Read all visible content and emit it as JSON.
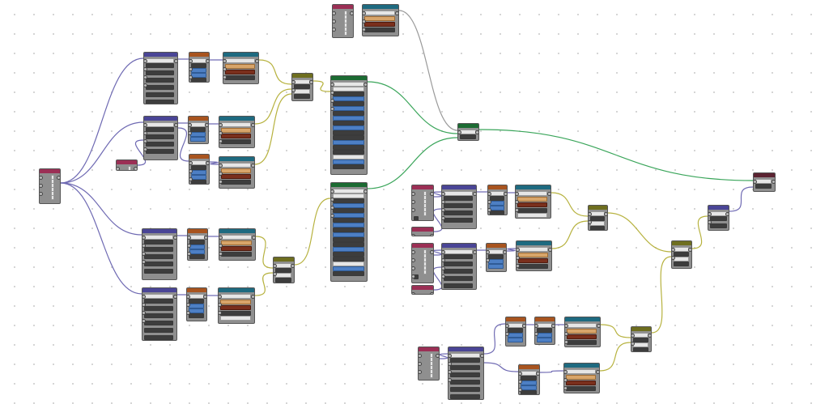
{
  "app": {
    "view": "node-editor"
  },
  "colors": {
    "header_purple": "#4a4596",
    "header_orange": "#a8541f",
    "header_teal": "#1e6a80",
    "header_olive": "#6e6e1f",
    "header_green": "#1c6b32",
    "header_magenta": "#9b2f55",
    "header_dark_red": "#5b2331",
    "wire_purple": "#6f6ab3",
    "wire_olive": "#b7b23f",
    "wire_green": "#3aa55a",
    "wire_gray": "#9a9a9a"
  },
  "nodes": [
    {
      "id": "n-root-input",
      "header": "header_magenta",
      "kind": "input"
    },
    {
      "id": "n-small-input-a",
      "header": "header_magenta",
      "kind": "input"
    },
    {
      "id": "n-p1",
      "header": "header_purple",
      "kind": "transform"
    },
    {
      "id": "n-p2",
      "header": "header_purple",
      "kind": "transform"
    },
    {
      "id": "n-p3",
      "header": "header_purple",
      "kind": "transform"
    },
    {
      "id": "n-p4",
      "header": "header_purple",
      "kind": "transform"
    },
    {
      "id": "n-o1",
      "header": "header_orange",
      "kind": "math"
    },
    {
      "id": "n-o2",
      "header": "header_orange",
      "kind": "math"
    },
    {
      "id": "n-o3",
      "header": "header_orange",
      "kind": "math"
    },
    {
      "id": "n-o4",
      "header": "header_orange",
      "kind": "math"
    },
    {
      "id": "n-o5",
      "header": "header_orange",
      "kind": "math"
    },
    {
      "id": "n-t1",
      "header": "header_teal",
      "kind": "ramp"
    },
    {
      "id": "n-t2",
      "header": "header_teal",
      "kind": "ramp"
    },
    {
      "id": "n-t3",
      "header": "header_teal",
      "kind": "ramp"
    },
    {
      "id": "n-t4",
      "header": "header_teal",
      "kind": "ramp"
    },
    {
      "id": "n-t5",
      "header": "header_teal",
      "kind": "ramp"
    },
    {
      "id": "n-y1",
      "header": "header_olive",
      "kind": "mix"
    },
    {
      "id": "n-y2",
      "header": "header_olive",
      "kind": "mix"
    },
    {
      "id": "n-g1",
      "header": "header_green",
      "kind": "shader"
    },
    {
      "id": "n-g2",
      "header": "header_green",
      "kind": "shader"
    },
    {
      "id": "n-top-input",
      "header": "header_magenta",
      "kind": "input"
    },
    {
      "id": "n-top-teal",
      "header": "header_teal",
      "kind": "ramp"
    },
    {
      "id": "n-mix-shader",
      "header": "header_green",
      "kind": "mix-shader"
    },
    {
      "id": "n-output",
      "header": "header_dark_red",
      "kind": "output"
    },
    {
      "id": "n-r-input-1",
      "header": "header_magenta",
      "kind": "input"
    },
    {
      "id": "n-r-input-1b",
      "header": "header_magenta",
      "kind": "input"
    },
    {
      "id": "n-r-p1",
      "header": "header_purple",
      "kind": "transform"
    },
    {
      "id": "n-r-o1",
      "header": "header_orange",
      "kind": "math"
    },
    {
      "id": "n-r-t1",
      "header": "header_teal",
      "kind": "ramp"
    },
    {
      "id": "n-r-input-2",
      "header": "header_magenta",
      "kind": "input"
    },
    {
      "id": "n-r-input-2b",
      "header": "header_magenta",
      "kind": "input"
    },
    {
      "id": "n-r-p2",
      "header": "header_purple",
      "kind": "transform"
    },
    {
      "id": "n-r-o2",
      "header": "header_orange",
      "kind": "math"
    },
    {
      "id": "n-r-t2",
      "header": "header_teal",
      "kind": "ramp"
    },
    {
      "id": "n-r-y1",
      "header": "header_olive",
      "kind": "mix"
    },
    {
      "id": "n-r-y2",
      "header": "header_olive",
      "kind": "mix"
    },
    {
      "id": "n-r-pout",
      "header": "header_purple",
      "kind": "transform"
    },
    {
      "id": "n-b-input",
      "header": "header_magenta",
      "kind": "input"
    },
    {
      "id": "n-b-p1",
      "header": "header_purple",
      "kind": "transform"
    },
    {
      "id": "n-b-o1",
      "header": "header_orange",
      "kind": "math"
    },
    {
      "id": "n-b-o2",
      "header": "header_orange",
      "kind": "math"
    },
    {
      "id": "n-b-o3",
      "header": "header_orange",
      "kind": "math"
    },
    {
      "id": "n-b-t1",
      "header": "header_teal",
      "kind": "ramp"
    },
    {
      "id": "n-b-t2",
      "header": "header_teal",
      "kind": "ramp"
    },
    {
      "id": "n-b-y1",
      "header": "header_olive",
      "kind": "mix"
    }
  ]
}
